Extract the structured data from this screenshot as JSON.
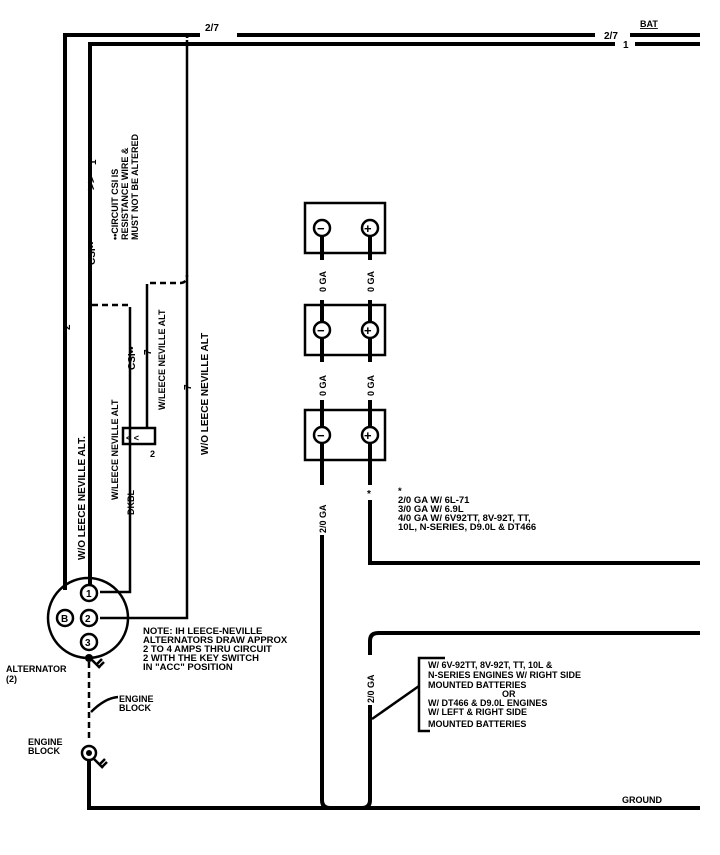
{
  "wires": {
    "top_label_left": "2/7",
    "top_label_right": "2/7",
    "bat": "BAT",
    "wire1_label": "1",
    "wire2_label": "2",
    "wire7_label": "7",
    "csi_label": "CSI••",
    "csi_arrow_label": "1",
    "csi_inner": "CSI••",
    "inner7": "7",
    "connector_num": "2",
    "dkbl": "DKBL",
    "ground": "GROUND"
  },
  "labels": {
    "wo_leece_left": "W/O LEECE NEVILLE ALT.",
    "w_leece_1": "W/LEECE NEVILLE ALT",
    "w_leece_2": "W/LEECE NEVILLE ALT",
    "wo_leece_right": "W/O LEECE NEVILLE ALT",
    "circuit_note": [
      "••CIRCUIT CSI IS",
      "RESISTANCE WIRE &",
      "MUST NOT BE ALTERED"
    ]
  },
  "alternator": {
    "label": [
      "ALTERNATOR",
      "(2)"
    ],
    "terminals": [
      "B",
      "1",
      "2",
      "3"
    ],
    "note": [
      "NOTE: IH LEECE-NEVILLE",
      "ALTERNATORS DRAW APPROX",
      "2 TO 4 AMPS THRU CIRCUIT",
      "2 WITH THE KEY SWITCH",
      "IN \"ACC\" POSITION"
    ],
    "engine_block_1": [
      "ENGINE",
      "BLOCK"
    ],
    "engine_block_2": [
      "ENGINE",
      "BLOCK"
    ]
  },
  "batteries": {
    "neg": "−",
    "pos": "+",
    "link_label": "0 GA",
    "cable_label": "2/0 GA",
    "star": "*",
    "star_note": [
      "*",
      "2/0 GA W/ 6L-71",
      "3/0 GA W/ 6.9L",
      "4/0 GA W/ 6V92TT, 8V-92T, TT,",
      "10L, N-SERIES, D9.0L & DT466"
    ],
    "lower_cable_label": "2/0 GA",
    "lower_note": [
      "W/ 6V-92TT, 8V-92T, TT, 10L &",
      "N-SERIES ENGINES W/ RIGHT SIDE",
      "MOUNTED BATTERIES",
      "OR",
      "W/ DT466 & D9.0L ENGINES",
      "W/ LEFT & RIGHT SIDE",
      "MOUNTED BATTERIES"
    ]
  }
}
